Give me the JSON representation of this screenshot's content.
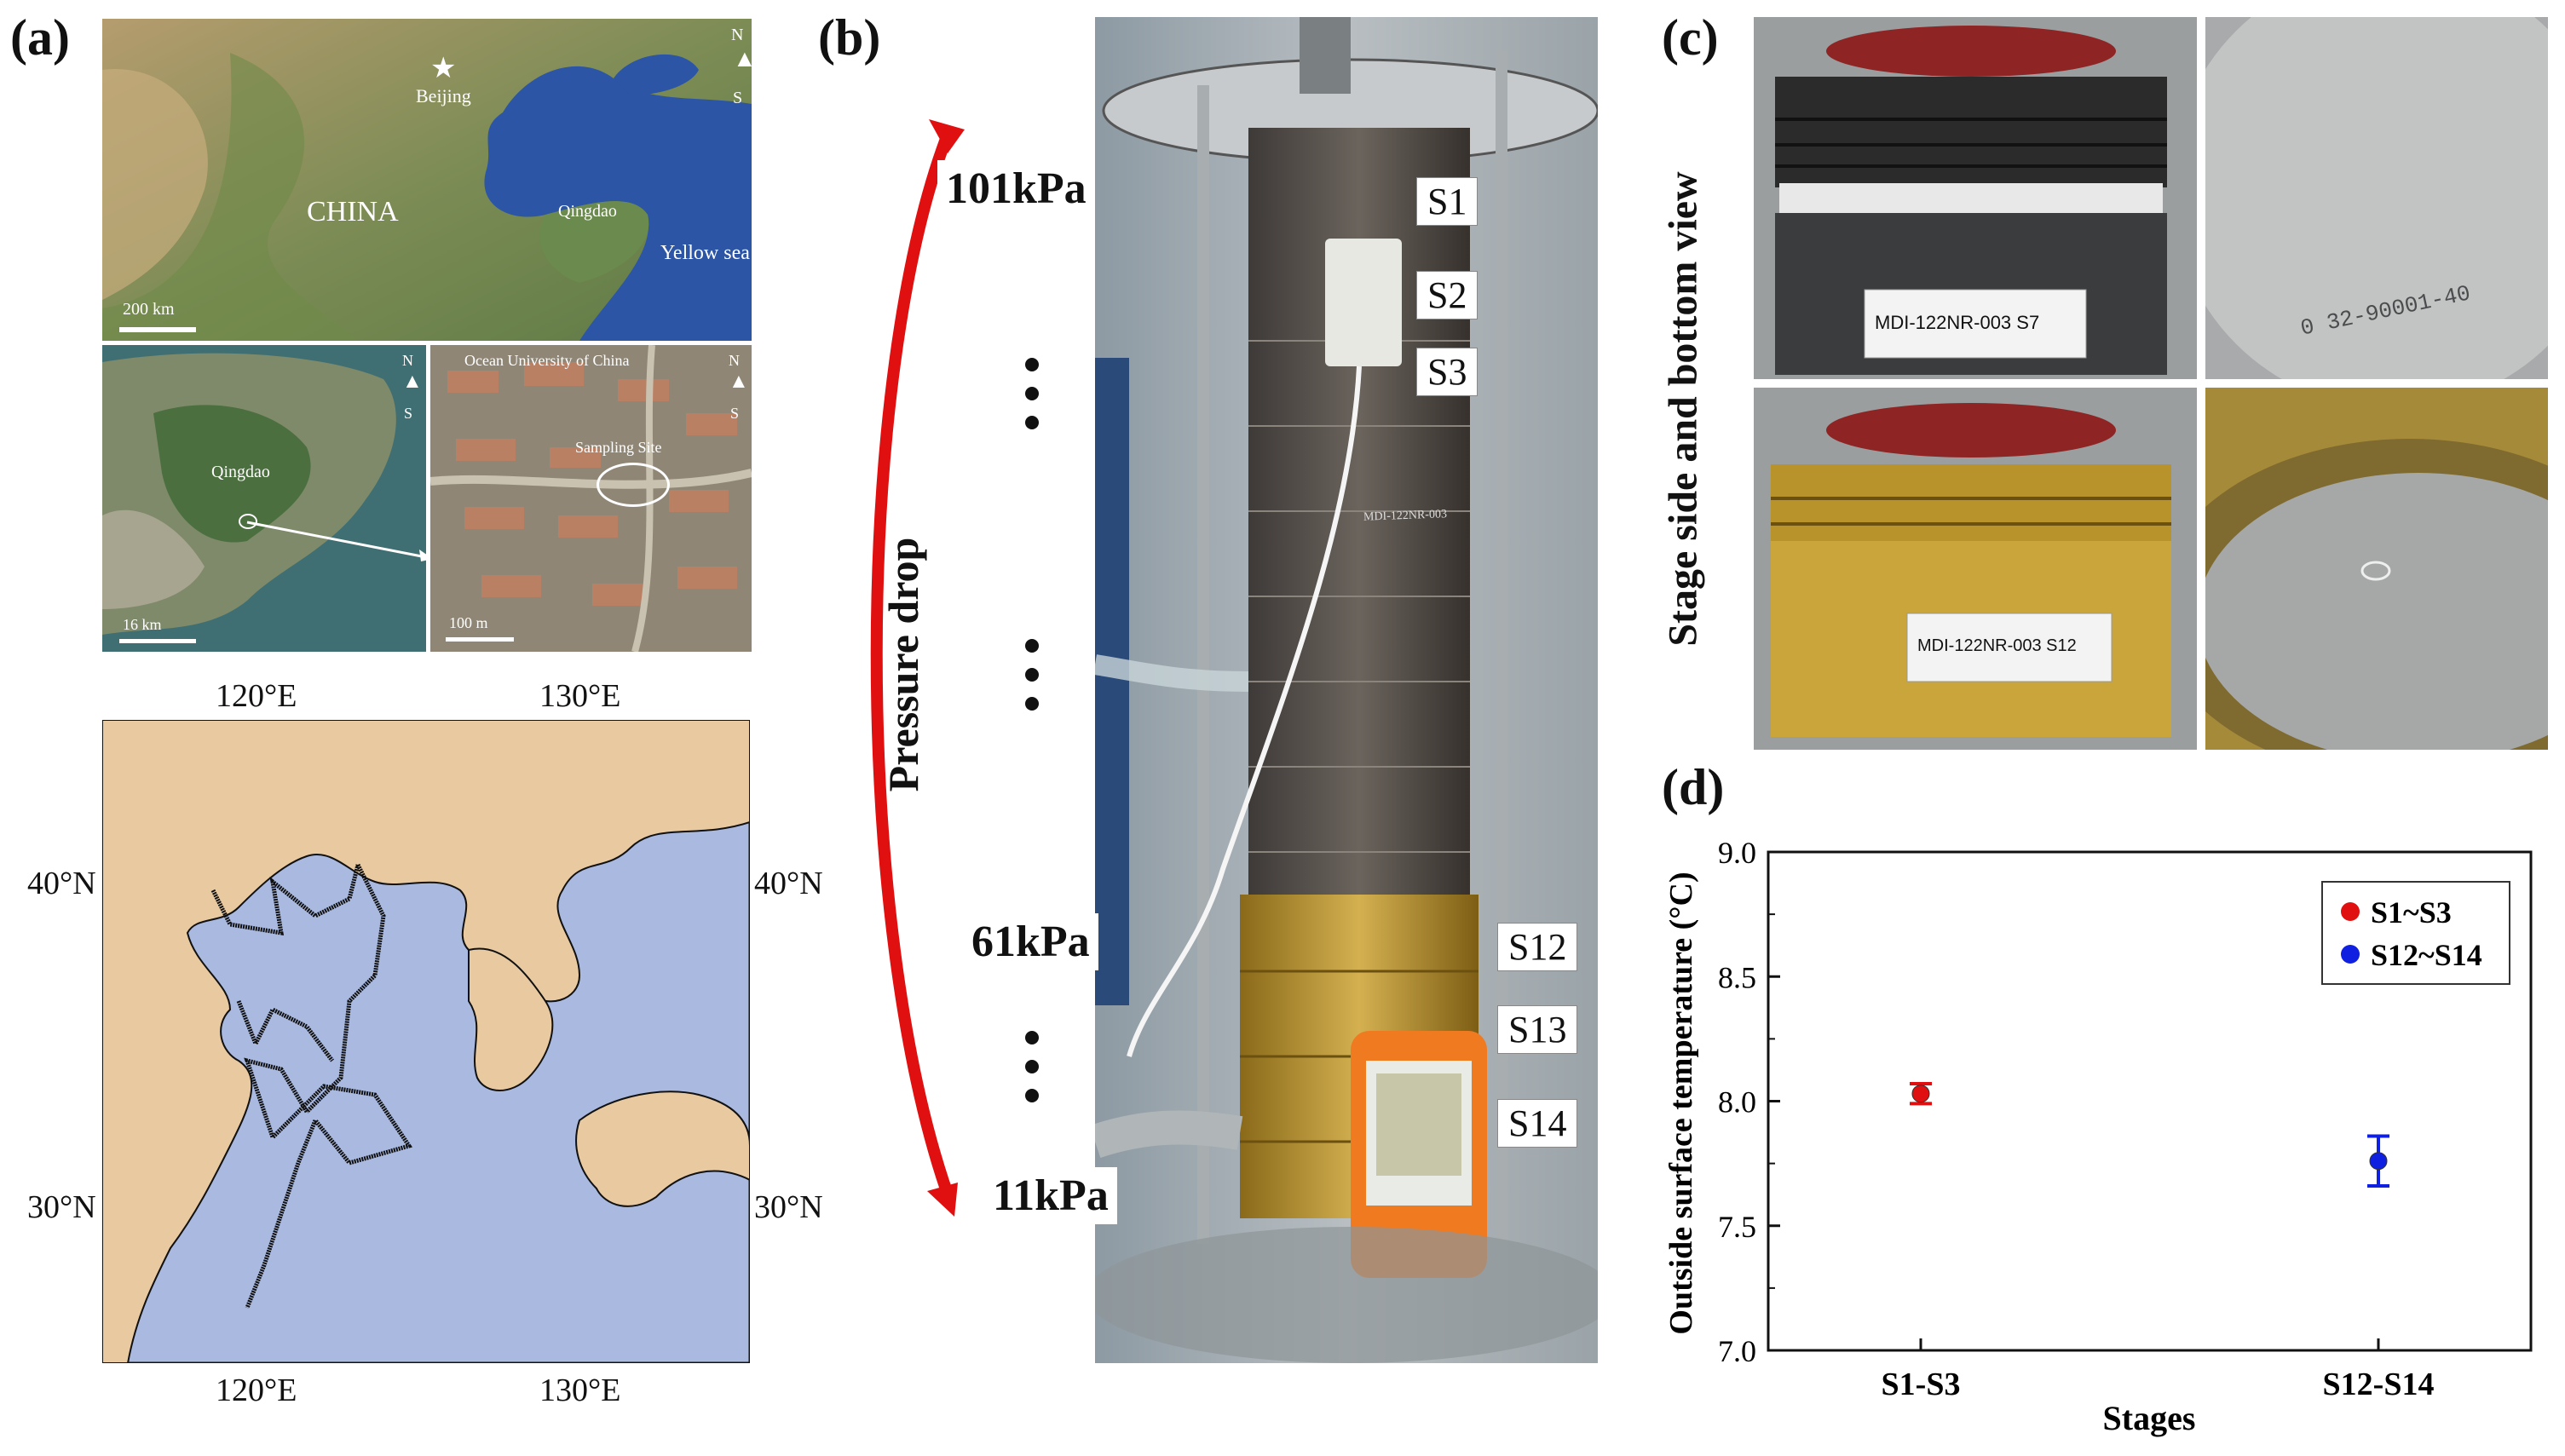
{
  "labels": {
    "a": "(a)",
    "b": "(b)",
    "c": "(c)",
    "d": "(d)"
  },
  "panel_a": {
    "top_map": {
      "beijing": "Beijing",
      "china": "CHINA",
      "qingdao": "Qingdao",
      "yellow_sea": "Yellow sea",
      "scale": "200 km",
      "north": "N",
      "south": "S"
    },
    "left_map": {
      "qingdao": "Qingdao",
      "scale": "16 km",
      "north": "N",
      "south": "S"
    },
    "right_map": {
      "university": "Ocean University of China",
      "site": "Sampling Site",
      "scale": "100 m",
      "north": "N",
      "south": "S"
    },
    "ship_map": {
      "lon_120": "120°E",
      "lon_130": "130°E",
      "lat_40": "40°N",
      "lat_30": "30°N"
    }
  },
  "panel_b": {
    "pressure_top": "101kPa",
    "pressure_mid": "61kPa",
    "pressure_bottom": "11kPa",
    "arrow_label": "Pressure drop",
    "stages": [
      "S1",
      "S2",
      "S3",
      "S12",
      "S13",
      "S14"
    ],
    "instrument_label": "MDI-122NR-003"
  },
  "panel_c": {
    "side_label": "Stage side and bottom view",
    "plate_top": "MDI-122NR-003 S7",
    "plate_bottom": "MDI-122NR-003 S12",
    "engraving": "0 32-90001-40"
  },
  "colors": {
    "red": "#e01010",
    "blue": "#1020e0",
    "sea": "#a9b9e0",
    "land": "#e8c9a0"
  },
  "chart_data": {
    "type": "scatter",
    "categories": [
      "S1-S3",
      "S12-S14"
    ],
    "series": [
      {
        "name": "S1~S3",
        "color": "#e01010",
        "x": "S1-S3",
        "y": 8.03,
        "err": 0.04
      },
      {
        "name": "S12~S14",
        "color": "#1020e0",
        "x": "S12-S14",
        "y": 7.76,
        "err": 0.1
      }
    ],
    "xlabel": "Stages",
    "ylabel": "Outside surface temperature (°C)",
    "ylim": [
      7.0,
      9.0
    ],
    "yticks": [
      "7.0",
      "7.5",
      "8.0",
      "8.5",
      "9.0"
    ],
    "legend": "top-right",
    "grid": false
  }
}
